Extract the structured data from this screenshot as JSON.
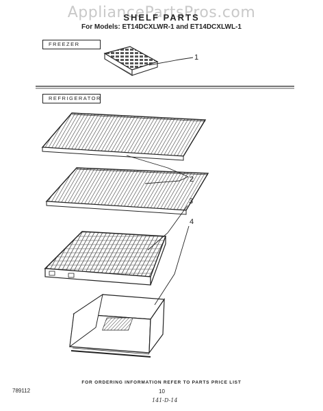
{
  "watermark": "AppliancePartsPros.com",
  "header": {
    "title": "SHELF PARTS",
    "models": "For Models: ET14DCXLWR-1 and ET14DCXLWL-1"
  },
  "sections": {
    "freezer": "FREEZER",
    "refrigerator": "REFRIGERATOR"
  },
  "callouts": {
    "c1": "1",
    "c2": "2",
    "c3": "3",
    "c4": "4"
  },
  "footer": {
    "ordering": "FOR ORDERING INFORMATION REFER TO PARTS PRICE LIST",
    "code": "789112",
    "page": "10",
    "handwritten": "141-D-14"
  }
}
